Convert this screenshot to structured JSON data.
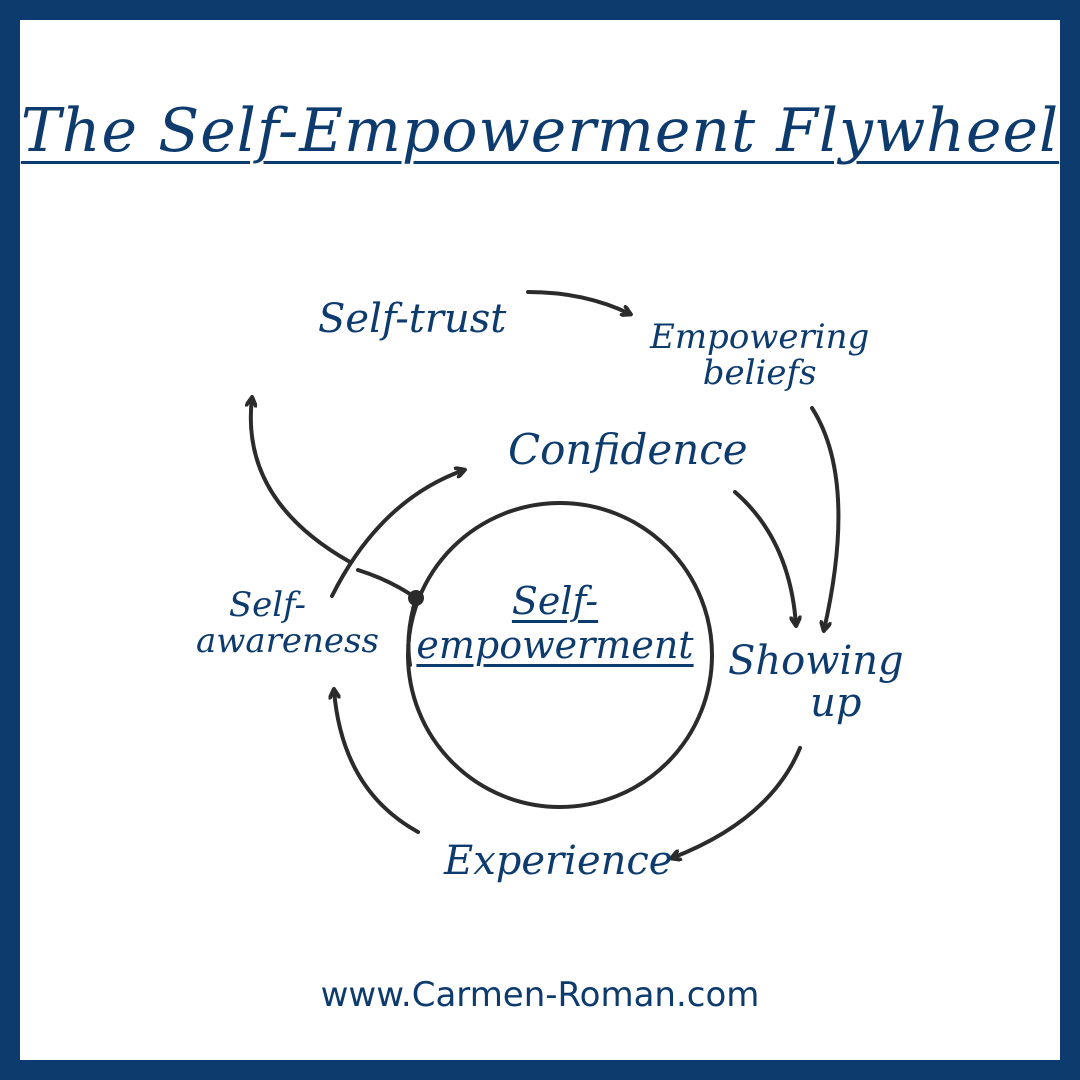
{
  "title": "The Self-Empowerment Flywheel",
  "center": {
    "line1": "Self-",
    "line2": "empowerment"
  },
  "nodes": {
    "self_trust": "Self-trust",
    "empowering_beliefs_1": "Empowering",
    "empowering_beliefs_2": "beliefs",
    "confidence": "Confidence",
    "self_awareness_1": "Self-",
    "self_awareness_2": "awareness",
    "showing_up_1": "Showing",
    "showing_up_2": "up",
    "experience": "Experience"
  },
  "footer": "www.Carmen-Roman.com",
  "colors": {
    "border": "#0d3b6e",
    "text": "#0d3b6e",
    "ink": "#2b2b2b"
  }
}
